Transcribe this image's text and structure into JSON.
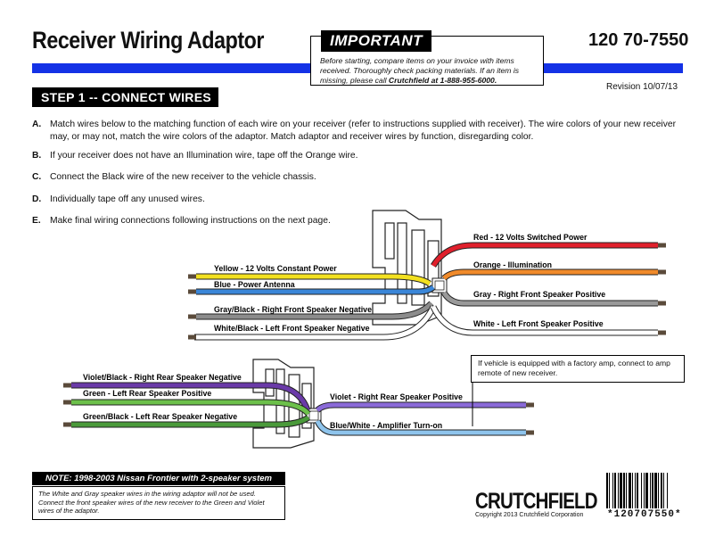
{
  "header": {
    "title": "Receiver Wiring Adaptor",
    "part_number": "120 70-7550",
    "revision": "Revision 10/07/13"
  },
  "important": {
    "label": "IMPORTANT",
    "text": "Before starting, compare items on your invoice with items received.  Thoroughly check packing materials.  If an item is missing, please call ",
    "phone": "Crutchfield at 1-888-955-6000."
  },
  "step": {
    "title": "STEP 1 -- CONNECT WIRES"
  },
  "instructions": [
    {
      "letter": "A.",
      "text": "Match wires below to the matching function of each wire on your receiver (refer to instructions supplied with receiver).  The wire colors of your new receiver may, or may not, match the wire colors of the adaptor.  Match adaptor and receiver wires by function, disregarding color."
    },
    {
      "letter": "B.",
      "text": "If your receiver does not have an Illumination wire, tape off the Orange wire."
    },
    {
      "letter": "C.",
      "text": "Connect the Black wire of the new receiver to the vehicle chassis."
    },
    {
      "letter": "D.",
      "text": "Individually tape off any unused wires."
    },
    {
      "letter": "E.",
      "text": "Make final wiring connections following instructions on the next page."
    }
  ],
  "wires_top_left": [
    {
      "label": "Yellow - 12 Volts Constant Power",
      "color": "#f2e020"
    },
    {
      "label": "Blue - Power Antenna",
      "color": "#3a86d8"
    },
    {
      "label": "Gray/Black - Right Front Speaker Negative",
      "color": "#8c8c8c"
    },
    {
      "label": "White/Black - Left Front Speaker Negative",
      "color": "#ffffff"
    }
  ],
  "wires_top_right": [
    {
      "label": "Red - 12 Volts Switched Power",
      "color": "#e0202c"
    },
    {
      "label": "Orange - Illumination",
      "color": "#f08a2a"
    },
    {
      "label": "Gray - Right Front Speaker Positive",
      "color": "#999999"
    },
    {
      "label": "White - Left Front Speaker Positive",
      "color": "#ffffff"
    }
  ],
  "wires_bottom_left": [
    {
      "label": "Violet/Black - Right Rear Speaker Negative",
      "color": "#6a3aa8"
    },
    {
      "label": "Green - Left Rear Speaker Positive",
      "color": "#6cc04a"
    },
    {
      "label": "Green/Black - Left Rear Speaker Negative",
      "color": "#4a9a3a"
    }
  ],
  "wires_bottom_right": [
    {
      "label": "Violet - Right Rear Speaker Positive",
      "color": "#8a6ad8"
    },
    {
      "label": "Blue/White - Amplifier Turn-on",
      "color": "#8ec4ec"
    }
  ],
  "amp_note": "If vehicle is equipped with a factory amp, connect to amp remote of new receiver.",
  "note": {
    "title": "NOTE: 1998-2003 Nissan Frontier with 2-speaker system",
    "text": "The White and Gray speaker wires in the wiring adaptor will not be used.  Connect the front speaker wires of the new receiver to the Green and Violet wires of the adaptor."
  },
  "footer": {
    "logo": "CRUTCHFIELD",
    "copyright": "Copyright 2013  Crutchfield Corporation",
    "barcode_text": "*120707550*"
  }
}
